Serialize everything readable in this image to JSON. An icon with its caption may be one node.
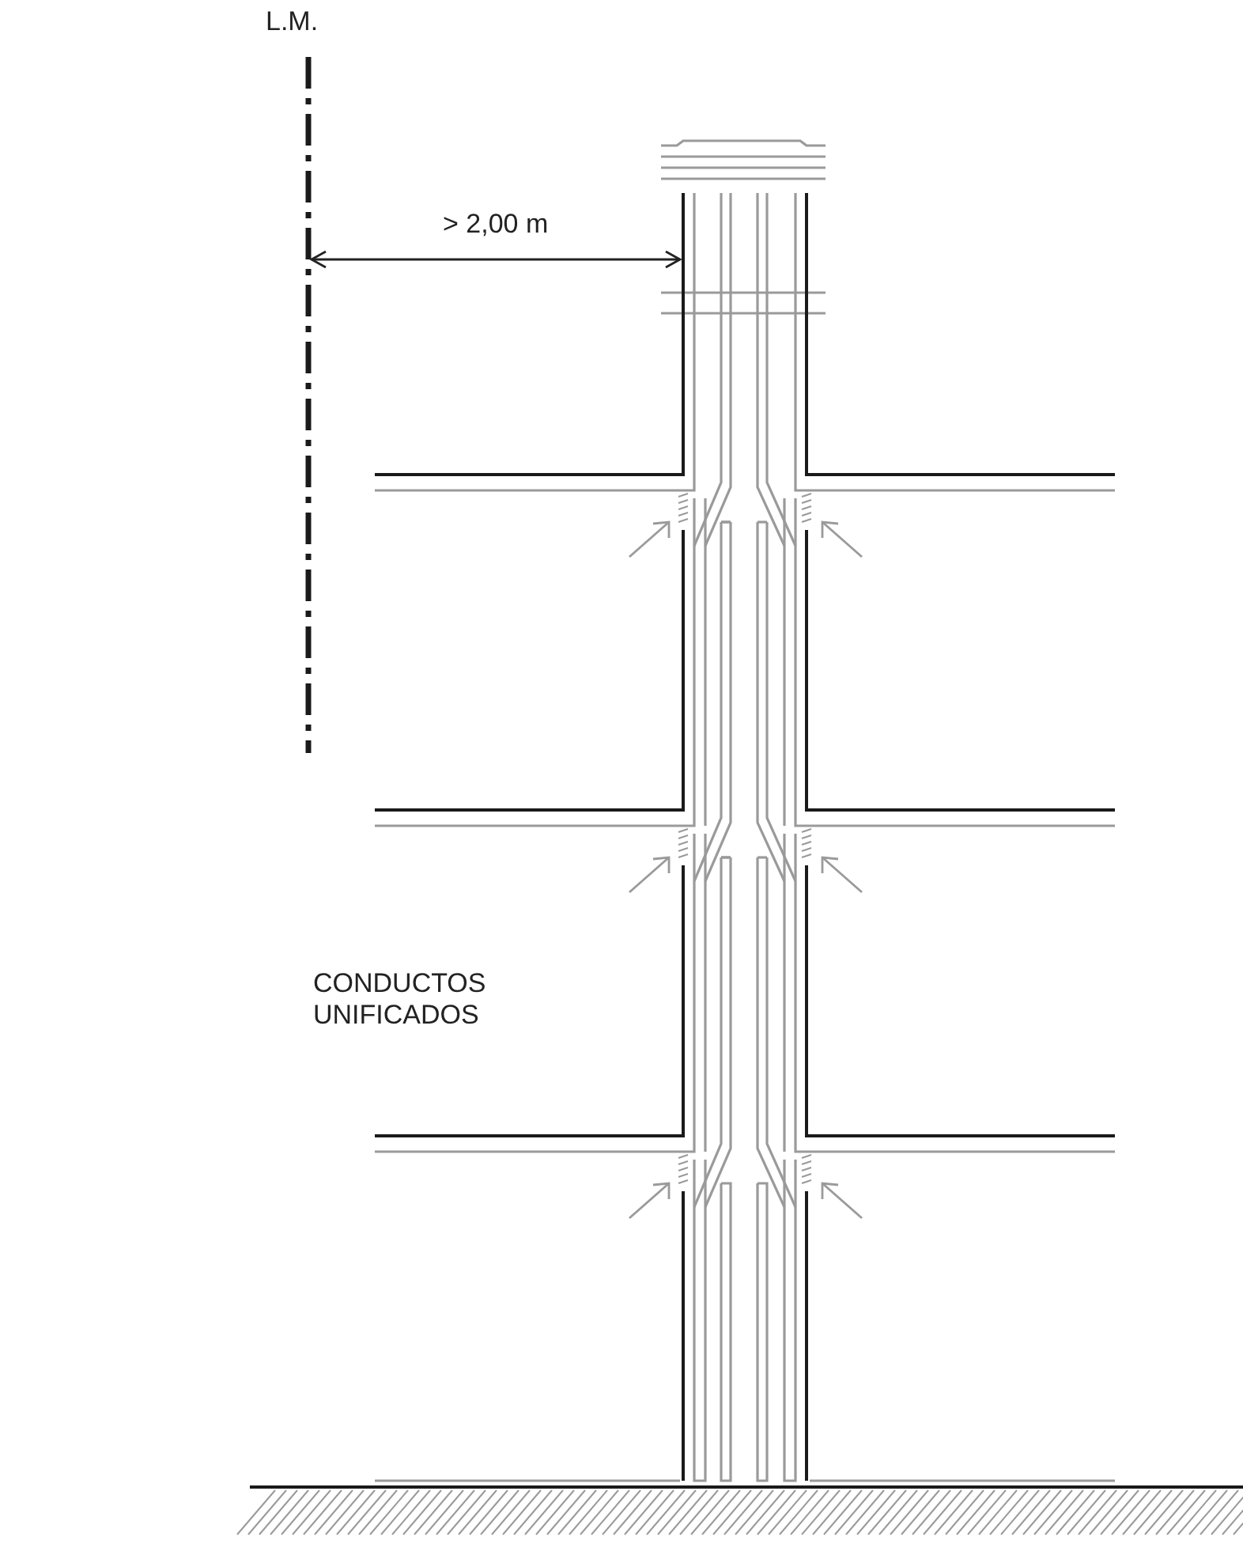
{
  "diagram": {
    "labels": [
      "L.M.",
      "> 2,00 m",
      "CONDUCTOS UNIFICADOS"
    ]
  }
}
